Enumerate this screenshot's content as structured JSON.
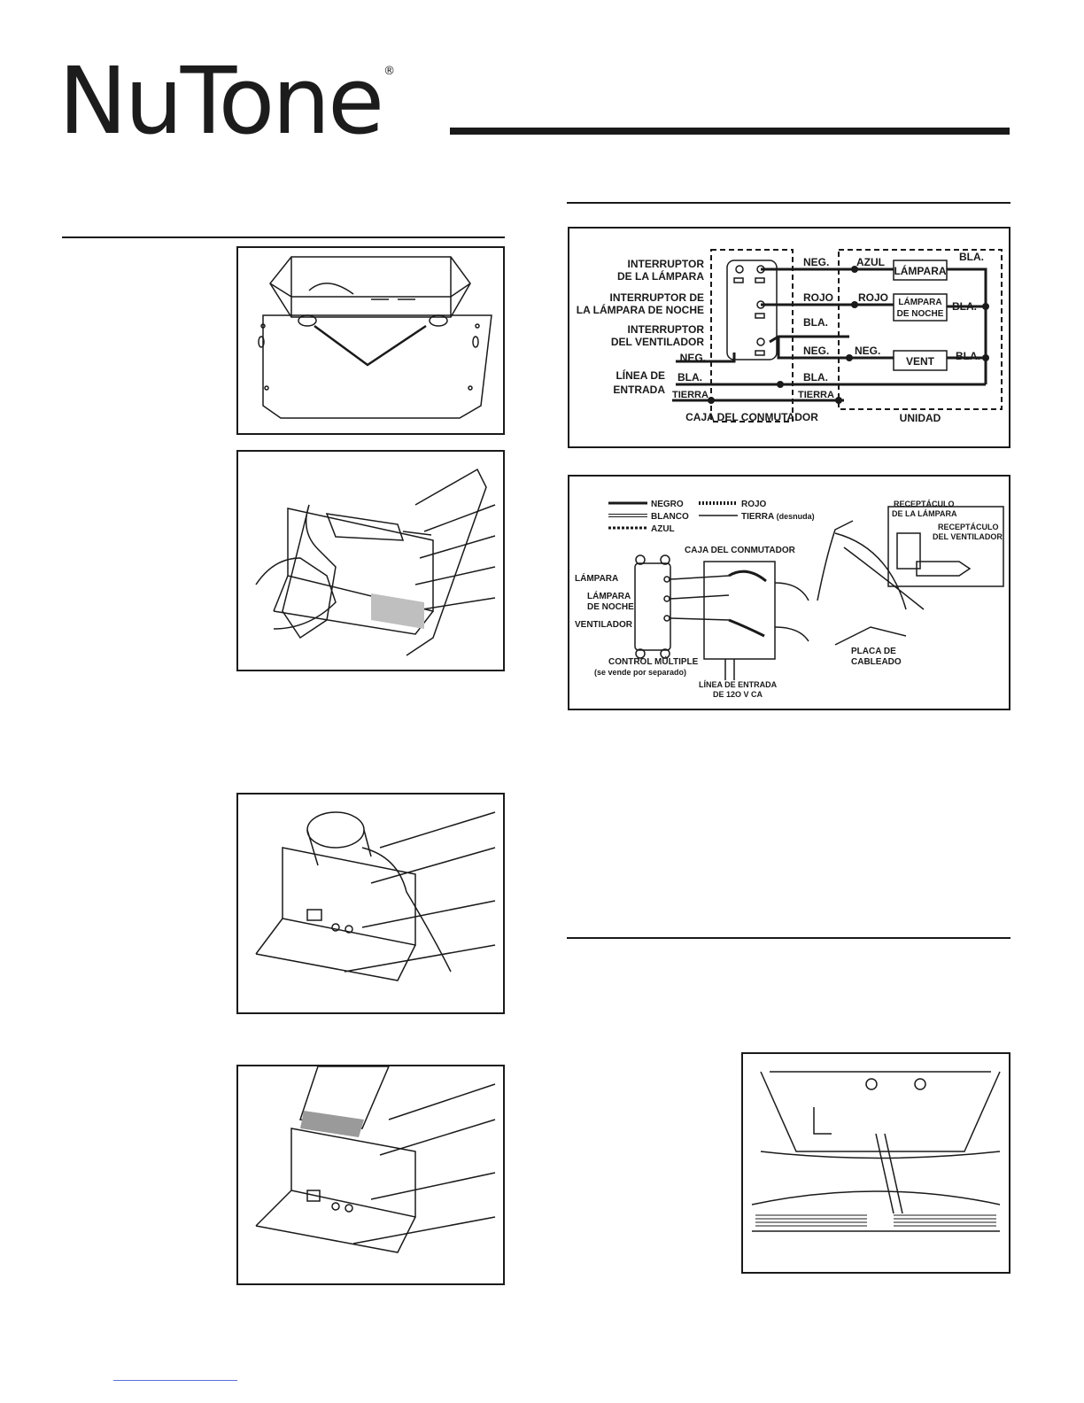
{
  "brand": {
    "name": "NuTone",
    "registered_mark": "®"
  },
  "schematic": {
    "left_labels": {
      "light_switch_1": "INTERRUPTOR",
      "light_switch_2": "DE LA LÁMPARA",
      "night_switch_1": "INTERRUPTOR DE",
      "night_switch_2": "LA LÁMPARA DE NOCHE",
      "fan_switch_1": "INTERRUPTOR",
      "fan_switch_2": "DEL VENTILADOR",
      "line_in_1": "LÍNEA DE",
      "line_in_2": "ENTRADA",
      "neg": "NEG.",
      "bla": "BLA.",
      "tierra": "TIERRA"
    },
    "wire_labels": {
      "neg": "NEG.",
      "rojo": "ROJO",
      "bla": "BLA.",
      "azul": "AZUL",
      "tierra": "TIERRA"
    },
    "boxes": {
      "lampara": "LÁMPARA",
      "lampara_noche_1": "LÁMPARA",
      "lampara_noche_2": "DE NOCHE",
      "vent": "VENT"
    },
    "group_labels": {
      "switch_box": "CAJA DEL CONMUTADOR",
      "unit": "UNIDAD"
    }
  },
  "wiring": {
    "legend": {
      "negro": "NEGRO",
      "blanco": "BLANCO",
      "azul": "AZUL",
      "rojo": "ROJO",
      "tierra": "TIERRA",
      "tierra_note": "(desnuda)"
    },
    "labels": {
      "switch_box": "CAJA DEL CONMUTADOR",
      "lampara": "LÁMPARA",
      "lampara_noche_1": "LÁMPARA",
      "lampara_noche_2": "DE NOCHE",
      "ventilador": "VENTILADOR",
      "control_1": "CONTROL MÚLTIPLE",
      "control_2": "(se vende por separado)",
      "line_in_1": "LÍNEA DE ENTRADA",
      "line_in_2": "DE 12O V CA",
      "lamp_receptacle_1": "RECEPTÁCULO",
      "lamp_receptacle_2": "DE LA LÁMPARA",
      "fan_receptacle_1": "RECEPTÁCULO",
      "fan_receptacle_2": "DEL VENTILADOR",
      "wiring_plate_1": "PLACA DE",
      "wiring_plate_2": "CABLEADO"
    }
  }
}
